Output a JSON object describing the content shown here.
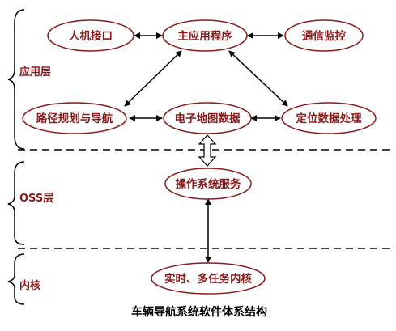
{
  "layers": {
    "application": "应用层",
    "oss": "OSS层",
    "kernel": "内核"
  },
  "nodes": {
    "human_interface": "人机接口",
    "main_program": "主应用程序",
    "comm_monitor": "通信监控",
    "route_planning": "路径规划与导航",
    "map_data": "电子地图数据",
    "positioning": "定位数据处理",
    "os_service": "操作系统服务",
    "realtime_kernel": "实时、多任务内核"
  },
  "caption": "车辆导航系统软件体系结构",
  "colors": {
    "node_text": "#8b1a1a",
    "node_stroke": "#8b1a1a",
    "layer_text": "#8b1a1a",
    "line": "#000000",
    "caption": "#000000"
  }
}
